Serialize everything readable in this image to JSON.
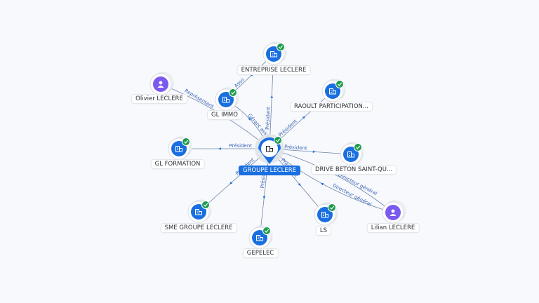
{
  "colors": {
    "accent": "#1a6fe0",
    "company": "#1a6fe0",
    "person": "#7a5af0",
    "check": "#1e9b4f",
    "edge": "#6e84a8",
    "background": "#f7f9fc"
  },
  "center": {
    "id": "groupe",
    "label": "GROUPE LECLERE",
    "icon": "building-icon",
    "verified": true
  },
  "nodes": [
    {
      "id": "entreprise",
      "label": "ENTREPRISE LECLERE",
      "kind": "company",
      "icon": "building-icon",
      "verified": true
    },
    {
      "id": "glimmo",
      "label": "GL IMMO",
      "kind": "company",
      "icon": "building-icon",
      "verified": true
    },
    {
      "id": "olivier",
      "label": "Olivier LECLERE",
      "kind": "person",
      "icon": "user-icon",
      "verified": false
    },
    {
      "id": "raoult",
      "label": "RAOULT PARTICIPATION...",
      "kind": "company",
      "icon": "building-icon",
      "verified": true
    },
    {
      "id": "glformation",
      "label": "GL FORMATION",
      "kind": "company",
      "icon": "building-icon",
      "verified": true
    },
    {
      "id": "drive",
      "label": "DRIVE BETON SAINT-QU...",
      "kind": "company",
      "icon": "building-icon",
      "verified": true
    },
    {
      "id": "sme",
      "label": "SME GROUPE LECLERE",
      "kind": "company",
      "icon": "building-icon",
      "verified": true
    },
    {
      "id": "gepelec",
      "label": "GEPELEC",
      "kind": "company",
      "icon": "building-icon",
      "verified": true
    },
    {
      "id": "ls",
      "label": "LS",
      "kind": "company",
      "icon": "building-icon",
      "verified": true
    },
    {
      "id": "lilian",
      "label": "Lilian LECLERE",
      "kind": "person",
      "icon": "user-icon",
      "verified": false
    }
  ],
  "edges": [
    {
      "from": "groupe",
      "to": "entreprise",
      "label": "Président"
    },
    {
      "from": "glimmo",
      "to": "entreprise",
      "label": "Asso"
    },
    {
      "from": "groupe",
      "to": "glimmo",
      "label": "Gérant associé"
    },
    {
      "from": "olivier",
      "to": "groupe",
      "label": "Représentant"
    },
    {
      "from": "groupe",
      "to": "raoult",
      "label": "Président"
    },
    {
      "from": "groupe",
      "to": "glformation",
      "label": "Président"
    },
    {
      "from": "groupe",
      "to": "drive",
      "label": "Président"
    },
    {
      "from": "groupe",
      "to": "sme",
      "label": "Président"
    },
    {
      "from": "groupe",
      "to": "gepelec",
      "label": "Président"
    },
    {
      "from": "groupe",
      "to": "ls",
      "label": "Président"
    },
    {
      "from": "lilian",
      "to": "groupe",
      "label": "Directeur général"
    },
    {
      "from": "lilian",
      "to": "groupe",
      "label": "Directeur général"
    }
  ]
}
